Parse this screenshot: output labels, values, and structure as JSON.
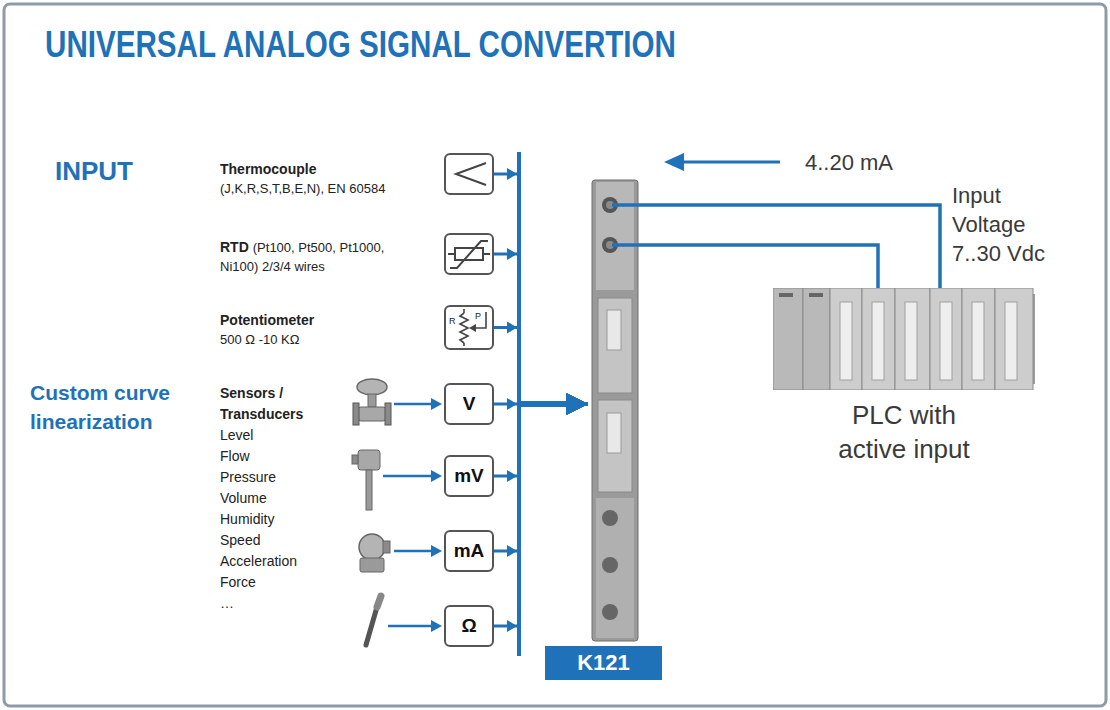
{
  "diagram": {
    "title": "UNIVERSAL ANALOG SIGNAL CONVERTION",
    "nodes": [
      {
        "text": [
          "Thermocouple",
          "(J,K,R,S,T,B,E,N), EN 60584"
        ]
      },
      {
        "text": [
          "RTD",
          "(Pt100, Pt500, Pt1000, Ni100) 2/3/4 wires"
        ]
      },
      {
        "text": [
          "Potentiometer",
          "500 Ω -10 KΩ"
        ]
      },
      {
        "text": [
          "V"
        ]
      },
      {
        "text": [
          "mV"
        ]
      },
      {
        "text": [
          "mA"
        ]
      },
      {
        "text": [
          "Ω"
        ]
      },
      {
        "text": [
          "K121"
        ]
      },
      {
        "text": [
          "PLC with active input"
        ]
      }
    ],
    "edges": [
      {
        "from": 0,
        "to": 7,
        "arrow": "to"
      },
      {
        "from": 1,
        "to": 7,
        "arrow": "to"
      },
      {
        "from": 2,
        "to": 7,
        "arrow": "to"
      },
      {
        "from": 3,
        "to": 7,
        "arrow": "to"
      },
      {
        "from": 4,
        "to": 7,
        "arrow": "to"
      },
      {
        "from": 5,
        "to": 7,
        "arrow": "to"
      },
      {
        "from": 6,
        "to": 7,
        "arrow": "to"
      },
      {
        "from": 7,
        "to": 8,
        "arrow": "none"
      },
      {
        "from": 7,
        "to": 8,
        "arrow": "none"
      }
    ],
    "labels": [
      "INPUT",
      "R",
      "P",
      "Custom curve linearization",
      "Sensors / Transducers",
      "Level",
      "Flow",
      "Pressure",
      "Volume",
      "Humidity",
      "Speed",
      "Acceleration",
      "Force",
      "…",
      "4..20 mA",
      "Input Voltage 7..30 Vdc"
    ]
  }
}
